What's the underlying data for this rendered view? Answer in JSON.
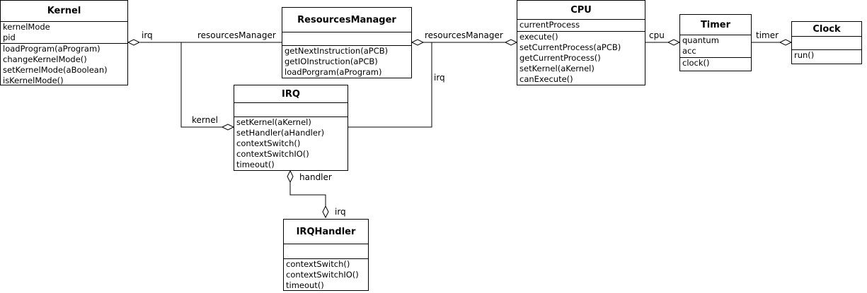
{
  "classes": {
    "kernel": {
      "name": "Kernel",
      "attributes": [
        "kernelMode",
        "pid"
      ],
      "methods": [
        "loadProgram(aProgram)",
        "changeKernelMode()",
        "setKernelMode(aBoolean)",
        "isKernelMode()"
      ]
    },
    "resources_manager": {
      "name": "ResourcesManager",
      "attributes": [],
      "methods": [
        "getNextInstruction(aPCB)",
        "getIOInstruction(aPCB)",
        "loadPorgram(aProgram)"
      ]
    },
    "cpu": {
      "name": "CPU",
      "attributes": [
        "currentProcess"
      ],
      "methods": [
        "execute()",
        "setCurrentProcess(aPCB)",
        "getCurrentProcess()",
        "setKernel(aKernel)",
        "canExecute()"
      ]
    },
    "timer": {
      "name": "Timer",
      "attributes": [
        "quantum",
        "acc"
      ],
      "methods": [
        "clock()"
      ]
    },
    "clock": {
      "name": "Clock",
      "attributes": [],
      "methods": [
        "run()"
      ]
    },
    "irq": {
      "name": "IRQ",
      "attributes": [],
      "methods": [
        "setKernel(aKernel)",
        "setHandler(aHandler)",
        "contextSwitch()",
        "contextSwitchIO()",
        "timeout()"
      ]
    },
    "irq_handler": {
      "name": "IRQHandler",
      "attributes": [],
      "methods": [
        "contextSwitch()",
        "contextSwitchIO()",
        "timeout()"
      ]
    }
  },
  "association_labels": {
    "kernel_irq": "irq",
    "kernel_resources_manager": "resourcesManager",
    "irq_kernel": "kernel",
    "cpu_resources_manager": "resourcesManager",
    "cpu_irq": "irq",
    "cpu_timer": "cpu",
    "clock_timer": "timer",
    "irq_handler": "handler",
    "handler_irq": "irq"
  }
}
